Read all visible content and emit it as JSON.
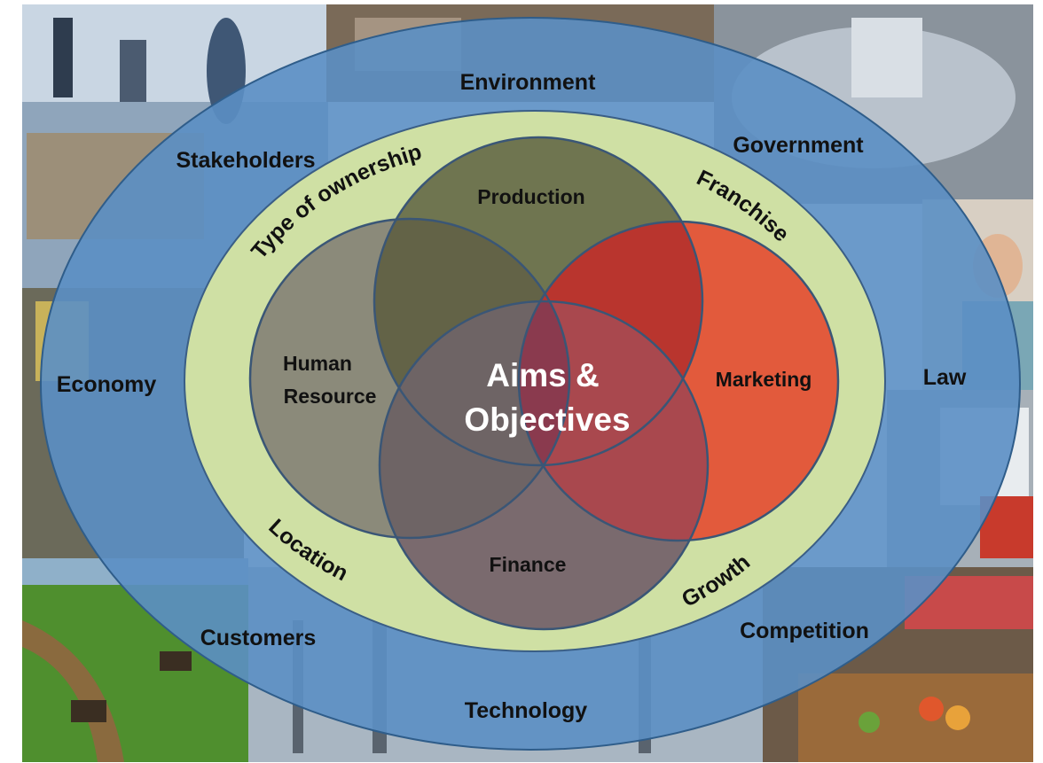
{
  "colors": {
    "outer_ellipse": "#5b8fc4",
    "ring": "#cfe0a4",
    "production": "#6f7550",
    "human_resource": "#8b8a7a",
    "marketing": "#e25a3c",
    "finance": "#7a6a6e",
    "center_overlap": "#8a3a4e"
  },
  "outer_labels": {
    "environment": "Environment",
    "government": "Government",
    "stakeholders": "Stakeholders",
    "economy": "Economy",
    "law": "Law",
    "customers": "Customers",
    "competition": "Competition",
    "technology": "Technology"
  },
  "ring_labels": {
    "type_of_ownership": "Type of ownership",
    "franchise": "Franchise",
    "location": "Location",
    "growth": "Growth"
  },
  "inner_labels": {
    "production": "Production",
    "human_resource_line1": "Human",
    "human_resource_line2": "Resource",
    "marketing": "Marketing",
    "finance": "Finance"
  },
  "center": {
    "line1": "Aims &",
    "line2": "Objectives"
  },
  "photo_icons": [
    "city-skyline-photo",
    "office-meeting-photo",
    "car-factory-photo",
    "nurse-photo",
    "truck-photo",
    "market-stall-photo",
    "refinery-photo",
    "farm-harvest-photo",
    "street-photo"
  ]
}
